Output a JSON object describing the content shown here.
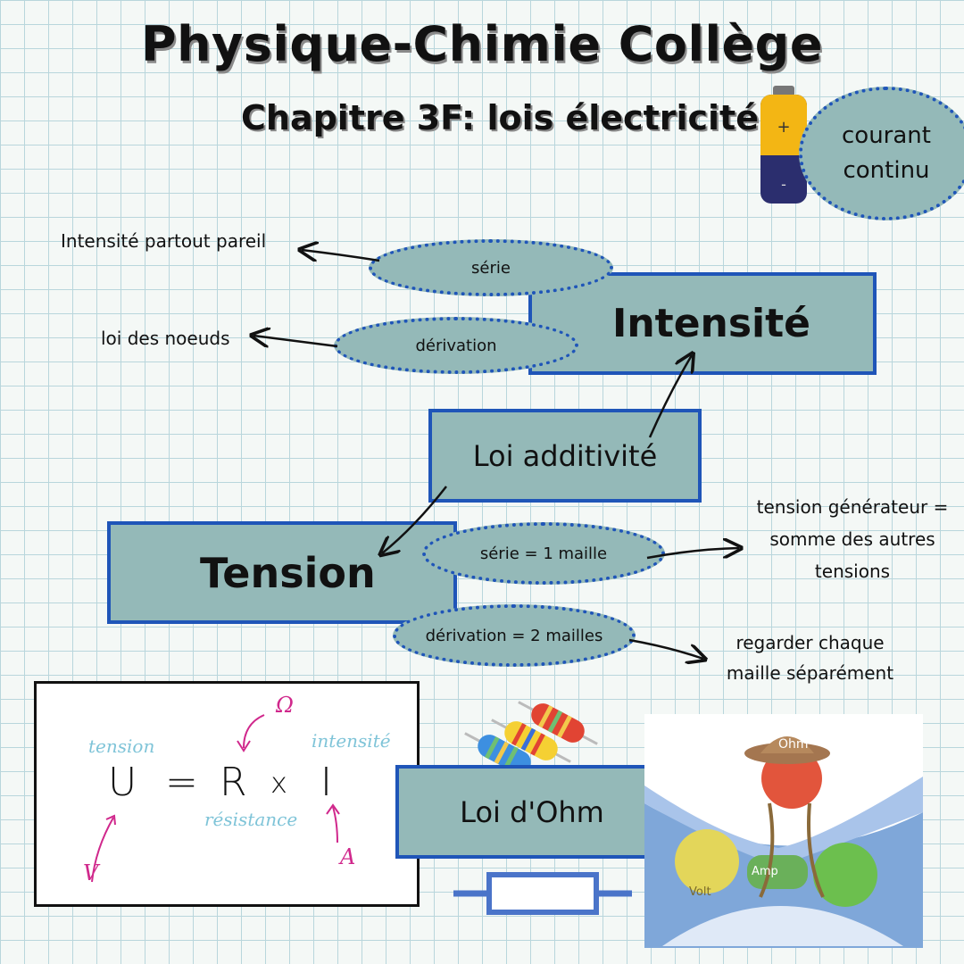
{
  "header": {
    "title": "Physique-Chimie Collège",
    "subtitle": "Chapitre 3F: lois électricité"
  },
  "badge": {
    "label_line1": "courant",
    "label_line2": "continu",
    "battery_plus": "+",
    "battery_minus": "-"
  },
  "intensite": {
    "label": "Intensité",
    "serie": "série",
    "derivation": "dérivation",
    "note_serie": "Intensité partout pareil",
    "note_derivation": "loi des noeuds"
  },
  "additivite": {
    "label": "Loi additivité"
  },
  "tension": {
    "label": "Tension",
    "serie": "série = 1 maille",
    "derivation": "dérivation = 2 mailles",
    "note_serie_line1": "tension générateur =",
    "note_serie_line2": "somme des autres",
    "note_serie_line3": "tensions",
    "note_derivation_line1": "regarder chaque",
    "note_derivation_line2": "maille séparément"
  },
  "ohm": {
    "label": "Loi d'Ohm",
    "formula_U": "U",
    "formula_eq": "=",
    "formula_R": "R",
    "formula_x": "x",
    "formula_I": "I",
    "word_tension": "tension",
    "word_intensite": "intensité",
    "word_resistance": "résistance",
    "unit_R": "Ω",
    "unit_I": "A",
    "unit_U": "V",
    "cartoon_ohm": "Ohm",
    "cartoon_amp": "Amp",
    "cartoon_volt": "Volt"
  },
  "colors": {
    "box_fill": "#94b9b8",
    "border": "#1f55b8",
    "pink": "#d0288c",
    "handwriting_blue": "#7fc4d8"
  }
}
